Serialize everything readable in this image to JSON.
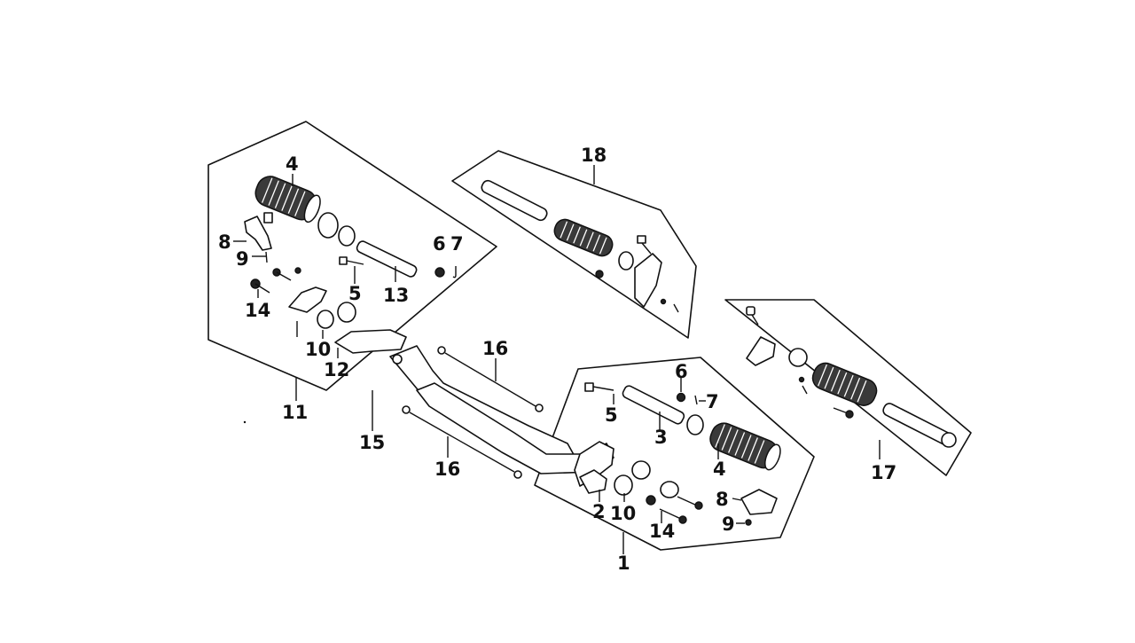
{
  "diagram": {
    "title": "",
    "callouts": {
      "c1": "1",
      "c2": "2",
      "c3": "3",
      "c4_left": "4",
      "c4_right": "4",
      "c5_left": "5",
      "c5_right": "5",
      "c6_left": "6",
      "c6_right": "6",
      "c7_left": "7",
      "c7_right": "7",
      "c8_left": "8",
      "c8_right": "8",
      "c9_left": "9",
      "c9_right": "9",
      "c10_left": "10",
      "c10_right": "10",
      "c11": "11",
      "c12": "12",
      "c13": "13",
      "c14_left": "14",
      "c14_right": "14",
      "c15": "15",
      "c16_top": "16",
      "c16_bottom": "16",
      "c17": "17",
      "c18": "18"
    },
    "colors": {
      "line": "#111111",
      "grip": "#3a3a3a",
      "background": "#ffffff"
    }
  }
}
